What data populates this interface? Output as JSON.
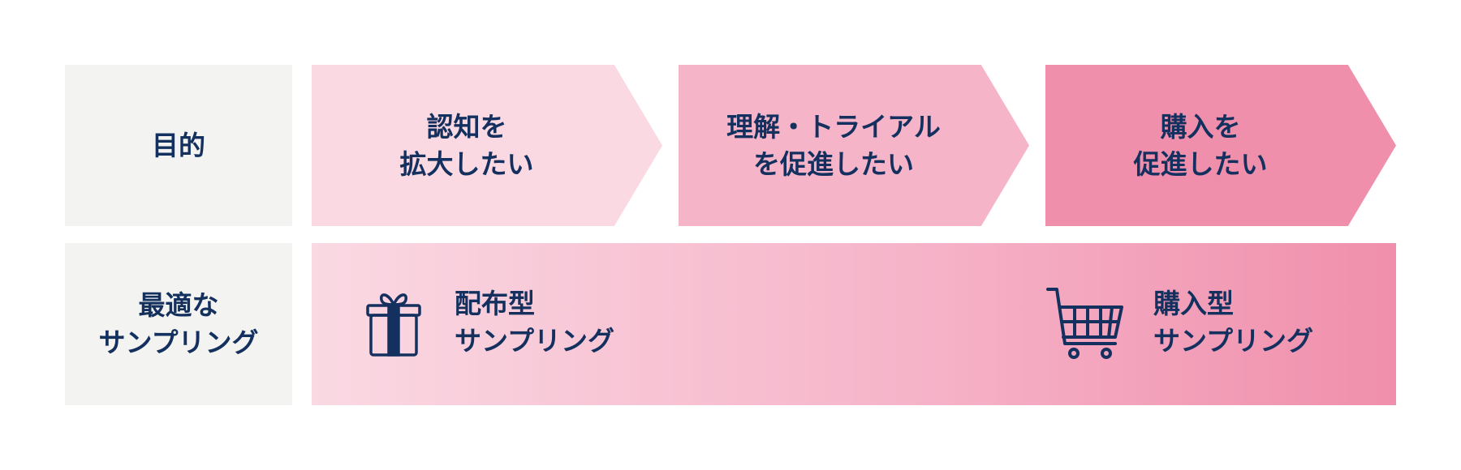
{
  "row_labels": {
    "purpose": [
      "目的"
    ],
    "optimal_sampling": [
      "最適な",
      "サンプリング"
    ]
  },
  "stages": [
    {
      "lines": [
        "認知を",
        "拡大したい"
      ],
      "color": "#fad9e3"
    },
    {
      "lines": [
        "理解・トライアル",
        "を促進したい"
      ],
      "color": "#f6b4c9"
    },
    {
      "lines": [
        "購入を",
        "促進したい"
      ],
      "color": "#f08fac"
    }
  ],
  "sampling_types": [
    {
      "icon": "gift-icon",
      "lines": [
        "配布型",
        "サンプリング"
      ]
    },
    {
      "icon": "shopping-cart-icon",
      "lines": [
        "購入型",
        "サンプリング"
      ]
    }
  ],
  "colors": {
    "text": "#14305e",
    "label_bg": "#f3f3f2"
  }
}
